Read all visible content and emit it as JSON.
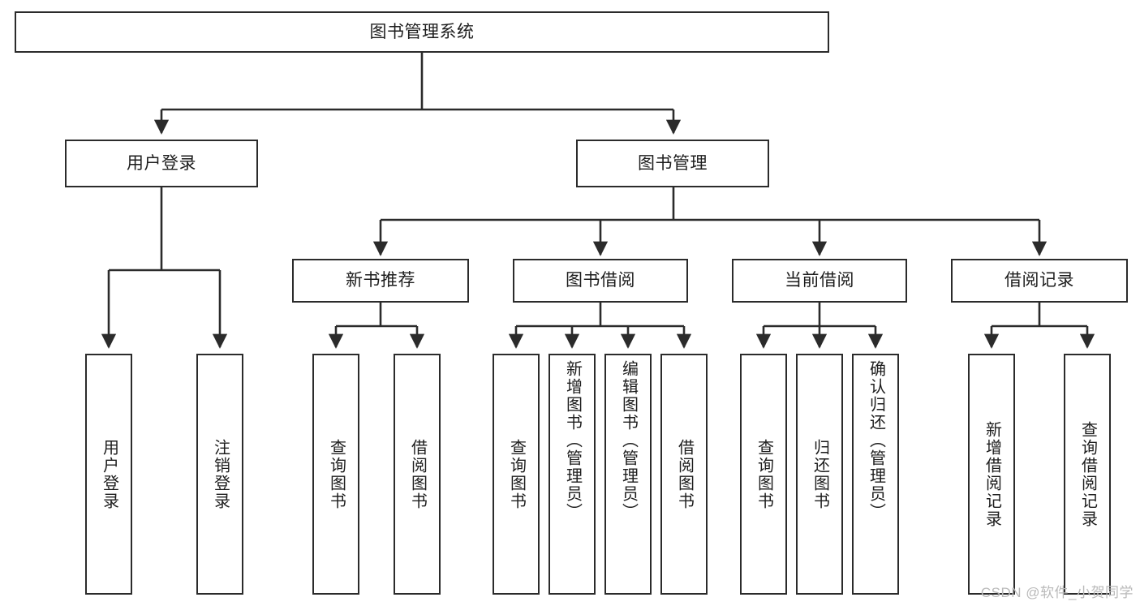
{
  "diagram": {
    "title": "图书管理系统",
    "type": "tree-hierarchy-chart",
    "colors": {
      "box_border": "#2b2b2b",
      "box_fill": "#ffffff",
      "edge": "#2b2b2b",
      "text": "#1d1d1d",
      "watermark": "#b9b9b9"
    },
    "root": {
      "id": "root",
      "label": "图书管理系统"
    },
    "level2": [
      {
        "id": "user-login",
        "label": "用户登录"
      },
      {
        "id": "book-manage",
        "label": "图书管理"
      }
    ],
    "level3": [
      {
        "id": "new-book-recommend",
        "label": "新书推荐"
      },
      {
        "id": "book-borrow",
        "label": "图书借阅"
      },
      {
        "id": "current-borrow",
        "label": "当前借阅"
      },
      {
        "id": "borrow-record",
        "label": "借阅记录"
      }
    ],
    "leaves": {
      "user_login": [
        {
          "id": "leaf-user-login",
          "label": "用户登录"
        },
        {
          "id": "leaf-logout-login",
          "label": "注销登录"
        }
      ],
      "new_book_recommend": [
        {
          "id": "leaf-query-book-1",
          "label": "查询图书"
        },
        {
          "id": "leaf-borrow-book-1",
          "label": "借阅图书"
        }
      ],
      "book_borrow": [
        {
          "id": "leaf-query-book-2",
          "label": "查询图书"
        },
        {
          "id": "leaf-add-book",
          "label": "新增图书（管理员）"
        },
        {
          "id": "leaf-edit-book",
          "label": "编辑图书（管理员）"
        },
        {
          "id": "leaf-borrow-book-2",
          "label": "借阅图书"
        }
      ],
      "current_borrow": [
        {
          "id": "leaf-query-book-3",
          "label": "查询图书"
        },
        {
          "id": "leaf-return-book",
          "label": "归还图书"
        },
        {
          "id": "leaf-confirm-return",
          "label": "确认归还（管理员）"
        }
      ],
      "borrow_record": [
        {
          "id": "leaf-add-record",
          "label": "新增借阅记录"
        },
        {
          "id": "leaf-query-record",
          "label": "查询借阅记录"
        }
      ]
    }
  },
  "watermark": {
    "text": "CSDN @软件_小贺同学"
  }
}
